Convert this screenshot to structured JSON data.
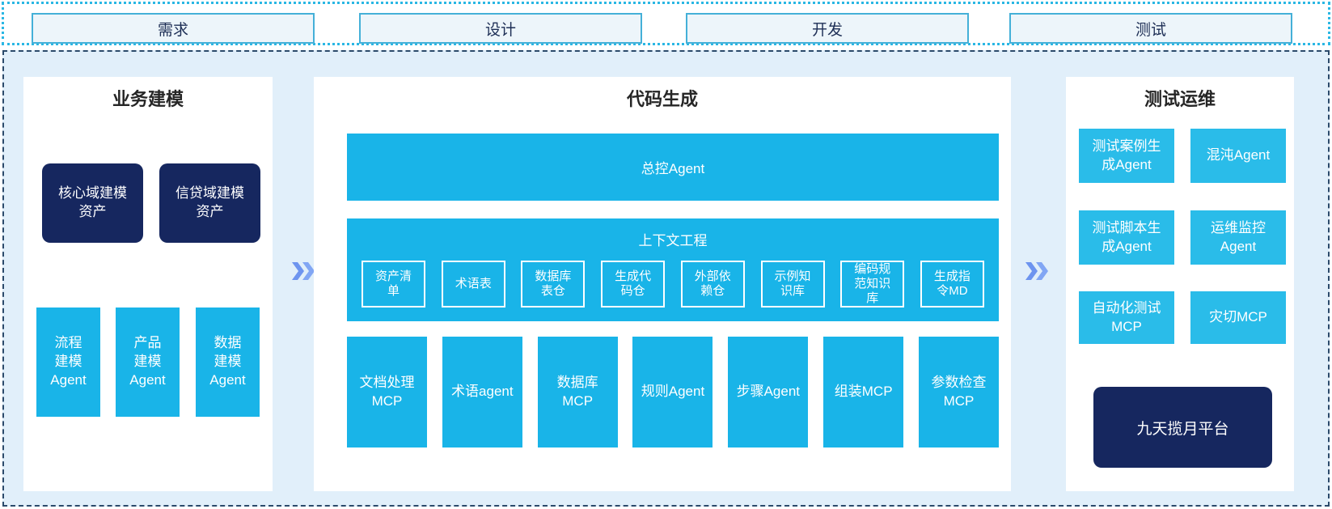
{
  "colors": {
    "cyan": "#19b4e8",
    "cyan_light": "#2abce9",
    "navy": "#16275f",
    "band_border": "#2ab7e4",
    "stage_border": "#44b0d8",
    "stage_bg": "#edf5fa",
    "stage_text": "#1d2e55",
    "main_border": "#2b4a6b",
    "main_bg": "#e1effa",
    "arrow_front": "#6d94ef",
    "arrow_back": "#81a6f4"
  },
  "top_stages": [
    {
      "label": "需求"
    },
    {
      "label": "设计"
    },
    {
      "label": "开发"
    },
    {
      "label": "测试"
    }
  ],
  "arrows": {
    "icon": "double-chevron-right-icon"
  },
  "panels": {
    "business": {
      "title": "业务建模",
      "asset_boxes": [
        {
          "label": "核心域建模\n资产"
        },
        {
          "label": "信贷域建模\n资产"
        }
      ],
      "agent_boxes": [
        {
          "label": "流程\n建模\nAgent"
        },
        {
          "label": "产品\n建模\nAgent"
        },
        {
          "label": "数据\n建模\nAgent"
        }
      ]
    },
    "codegen": {
      "title": "代码生成",
      "master_agent": "总控Agent",
      "context_engineering": {
        "title": "上下文工程",
        "items": [
          {
            "label": "资产清\n单"
          },
          {
            "label": "术语表"
          },
          {
            "label": "数据库\n表仓"
          },
          {
            "label": "生成代\n码仓"
          },
          {
            "label": "外部依\n赖仓"
          },
          {
            "label": "示例知\n识库"
          },
          {
            "label": "编码规\n范知识\n库"
          },
          {
            "label": "生成指\n令MD"
          }
        ]
      },
      "tools": [
        {
          "label": "文档处理\nMCP"
        },
        {
          "label": "术语agent"
        },
        {
          "label": "数据库\nMCP"
        },
        {
          "label": "规则Agent"
        },
        {
          "label": "步骤Agent"
        },
        {
          "label": "组装MCP"
        },
        {
          "label": "参数检查\nMCP"
        }
      ]
    },
    "testops": {
      "title": "测试运维",
      "boxes": [
        {
          "label": "测试案例生\n成Agent"
        },
        {
          "label": "混沌Agent"
        },
        {
          "label": "测试脚本生\n成Agent"
        },
        {
          "label": "运维监控\nAgent"
        },
        {
          "label": "自动化测试\nMCP"
        },
        {
          "label": "灾切MCP"
        }
      ],
      "platform": "九天揽月平台"
    }
  }
}
